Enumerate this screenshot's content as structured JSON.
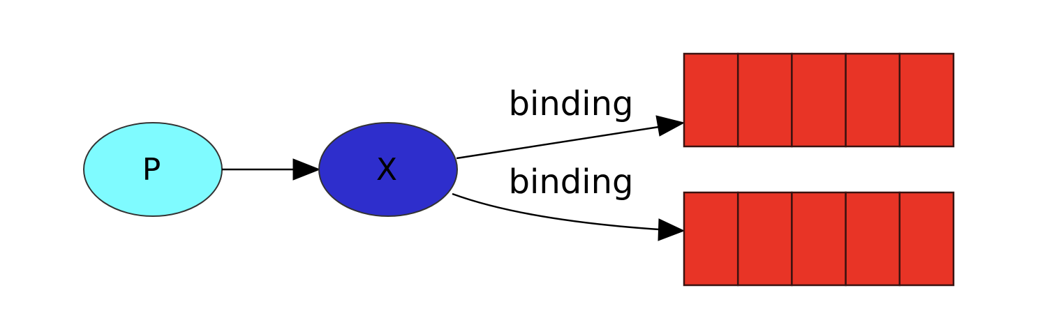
{
  "diagram": {
    "nodes": {
      "producer": {
        "label": "P",
        "fill": "#7ffbff"
      },
      "exchange": {
        "label": "X",
        "fill": "#2e2ecc"
      }
    },
    "queues": {
      "cell_count": 5,
      "fill": "#e83426",
      "border": "#3a1210"
    },
    "edges": {
      "binding_top": {
        "label": "binding"
      },
      "binding_bottom": {
        "label": "binding"
      }
    },
    "line_color": "#000000"
  }
}
